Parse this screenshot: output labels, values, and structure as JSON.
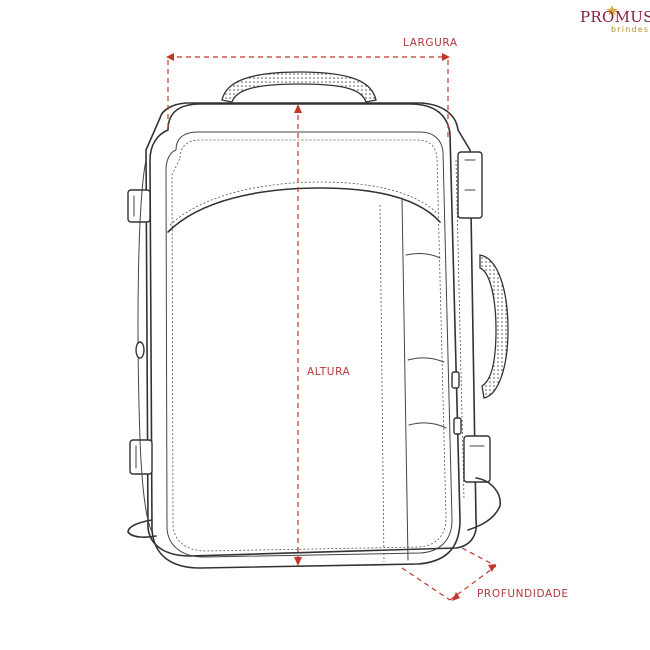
{
  "logo": {
    "name": "PROMUS",
    "tagline": "brindes",
    "star_color": "#d8a93a",
    "name_color": "#8a1f3a"
  },
  "dimensions": {
    "width_label": "LARGURA",
    "height_label": "ALTURA",
    "depth_label": "PROFUNDIDADE",
    "color": "#c0392b"
  },
  "product": {
    "type": "backpack",
    "style": "line-drawing"
  }
}
